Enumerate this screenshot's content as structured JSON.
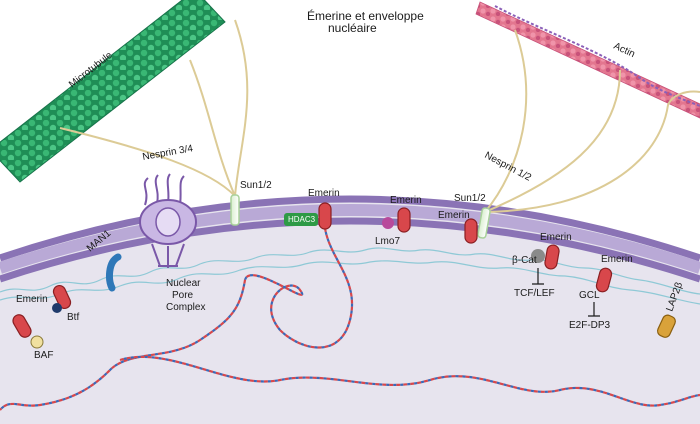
{
  "title": {
    "line1": "Émerine et enveloppe",
    "line2": "nucléaire"
  },
  "labels": {
    "microtubule": "Microtubule",
    "actin": "Actin",
    "nesprin34": "Nesprin 3/4",
    "nesprin12": "Nesprin 1/2",
    "sun12_left": "Sun1/2",
    "sun12_right": "Sun1/2",
    "emerin_top": "Emerin",
    "emerin_mid": "Emerin",
    "emerin_right": "Emerin",
    "emerin_bcat": "Emerin",
    "emerin_gcl": "Emerin",
    "emerin_baf": "Emerin",
    "hdac3": "HDAC3",
    "lmo7": "Lmo7",
    "man1": "MAN1",
    "npc1": "Nuclear",
    "npc2": "Pore",
    "npc3": "Complex",
    "baf": "BAF",
    "btf": "Btf",
    "bcat": "β-Cat",
    "tcflef": "TCF/LEF",
    "gcl": "GCL",
    "e2f": "E2F-DP3",
    "lap2b": "LAP2β"
  },
  "colors": {
    "nucleoplasm": "#e7e4ee",
    "membrane_outer": "#8a73b5",
    "membrane_inner": "#b9a9d6",
    "lamina": "#8fc9d6",
    "nesprin": "#dccb96",
    "emerin": "#d8474b",
    "microtubule": "#2fa46a",
    "actin": "#e06a86",
    "hdac3": "#2e9a46",
    "man1": "#2f78b8",
    "lap2b": "#d9a23a",
    "lmo7": "#b84a9b",
    "btf": "#1f3a6b",
    "baf": "#f0e0a0",
    "bcat": "#8a8a8a",
    "dna_red": "#d8474b",
    "dna_blue": "#3b69b7"
  }
}
